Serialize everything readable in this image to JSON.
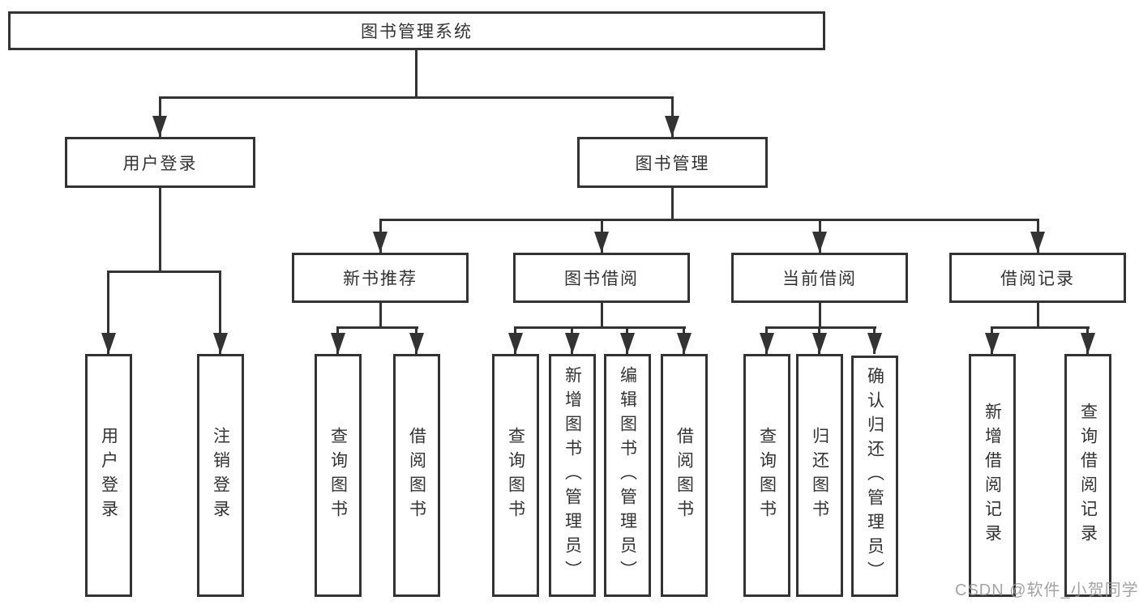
{
  "nodes": {
    "root": {
      "label": "图书管理系统"
    },
    "user_login": {
      "label": "用户登录"
    },
    "book_mgmt": {
      "label": "图书管理"
    },
    "new_book_rec": {
      "label": "新书推荐"
    },
    "book_borrow": {
      "label": "图书借阅"
    },
    "current_borrow": {
      "label": "当前借阅"
    },
    "borrow_records": {
      "label": "借阅记录"
    },
    "ul_user_login": {
      "label": "用户登录"
    },
    "ul_logout": {
      "label": "注销登录"
    },
    "nb_query_book": {
      "label": "查询图书"
    },
    "nb_borrow_book": {
      "label": "借阅图书"
    },
    "bb_query_book": {
      "label": "查询图书"
    },
    "bb_add_book": {
      "label": "新增图书（管理员）"
    },
    "bb_edit_book": {
      "label": "编辑图书（管理员）"
    },
    "bb_borrow_book": {
      "label": "借阅图书"
    },
    "cb_query_book": {
      "label": "查询图书"
    },
    "cb_return_book": {
      "label": "归还图书"
    },
    "cb_confirm_return": {
      "label": "确认归还（管理员）"
    },
    "br_add_record": {
      "label": "新增借阅记录"
    },
    "br_query_record": {
      "label": "查询借阅记录"
    }
  },
  "watermark": {
    "text": "CSDN @软件_小贺同学"
  },
  "colors": {
    "line": "#333333",
    "text": "#333333",
    "background": "#ffffff",
    "watermark": "#969696"
  }
}
